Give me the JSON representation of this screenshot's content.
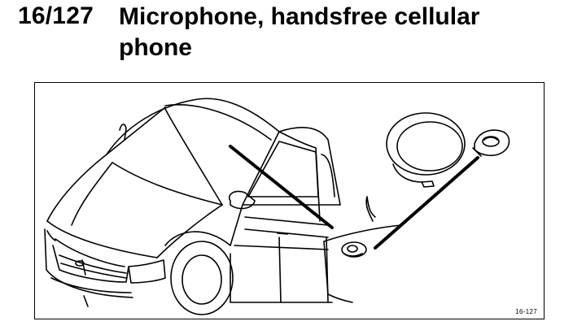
{
  "section_number": "16/127",
  "section_title": "Microphone, handsfree cellular phone",
  "figure": {
    "reference_code": "16-127",
    "icons": {
      "car": "car-illustration-icon",
      "microphone": "microphone-icon",
      "cable_coil": "cable-coil-icon"
    }
  }
}
